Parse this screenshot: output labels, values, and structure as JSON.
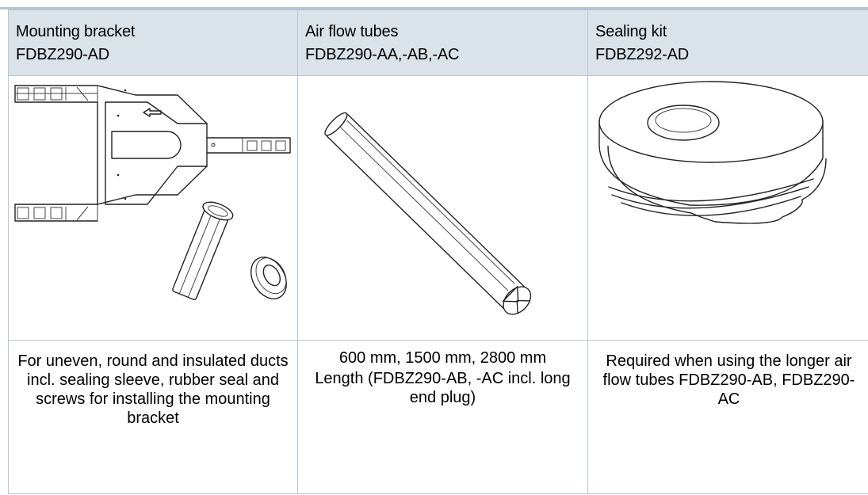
{
  "columns": [
    {
      "name": "Mounting bracket",
      "code": "FDBZ290-AD",
      "image_icon": "mounting-bracket-drawing",
      "description": "For uneven, round and insulated ducts incl. sealing sleeve, rubber seal and screws for installing the mounting bracket"
    },
    {
      "name": "Air flow tubes",
      "code": "FDBZ290-AA,-AB,-AC",
      "image_icon": "air-flow-tube-drawing",
      "description_lines": [
        "600 mm, 1500 mm, 2800 mm",
        "Length (FDBZ290-AB, -AC incl. long end plug)"
      ]
    },
    {
      "name": "Sealing kit",
      "code": "FDBZ292-AD",
      "image_icon": "sealing-kit-drawing",
      "description": "Required when using the longer air flow tubes FDBZ290-AB, FDBZ290-AC"
    }
  ],
  "colors": {
    "header_bg": "#dbe3ea",
    "border": "#b9c6d2",
    "top_rule": "#b7c3cf"
  }
}
